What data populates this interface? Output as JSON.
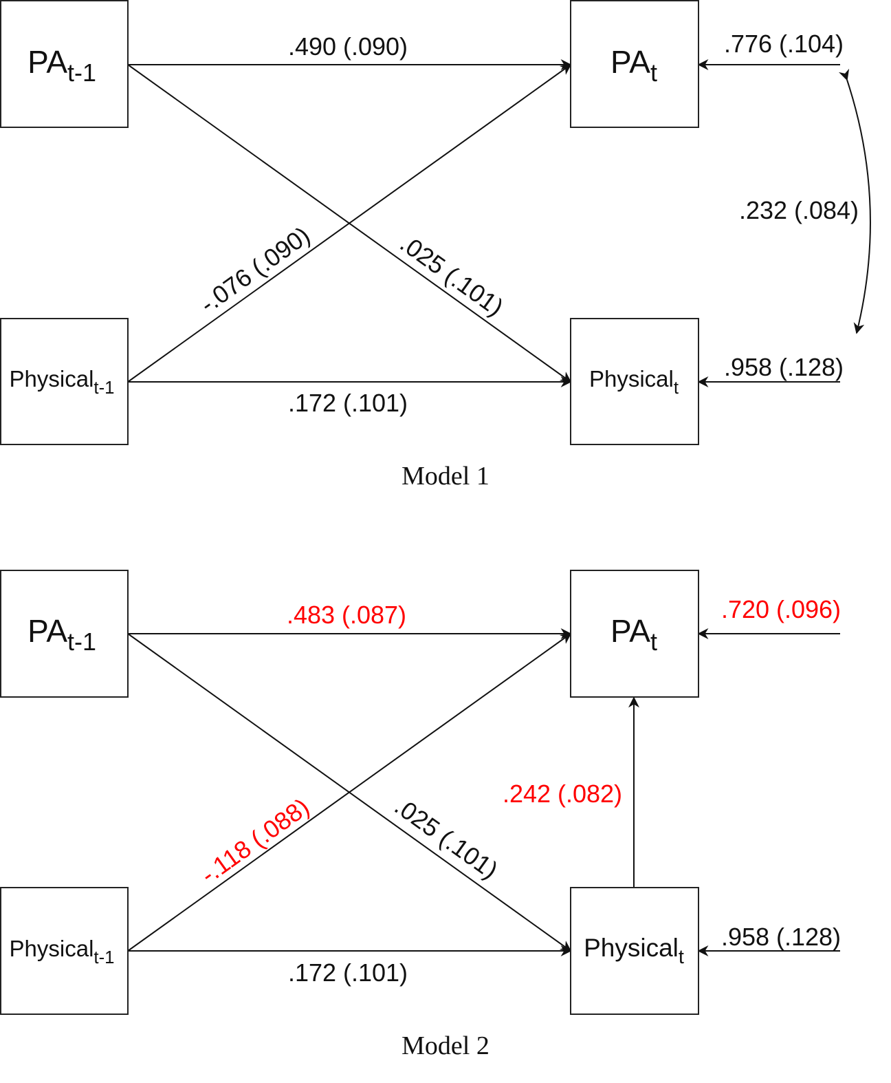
{
  "colors": {
    "default": "#111111",
    "highlight": "#ff0000"
  },
  "nodes": {
    "pa_prev": {
      "base": "PA",
      "sub": "t-1"
    },
    "pa_t": {
      "base": "PA",
      "sub": "t"
    },
    "phys_prev": {
      "base": "Physical",
      "sub": "t-1"
    },
    "phys_t": {
      "base": "Physical",
      "sub": "t"
    }
  },
  "model1": {
    "caption": "Model 1",
    "paths": {
      "pa_to_pa": ".490 (.090)",
      "phys_to_pa": "-.076 (.090)",
      "pa_to_phys": ".025 (.101)",
      "phys_to_phys": ".172 (.101)",
      "resid_pa": ".776 (.104)",
      "resid_phys": ".958 (.128)",
      "covariance": ".232 (.084)"
    }
  },
  "model2": {
    "caption": "Model 2",
    "paths": {
      "pa_to_pa": ".483 (.087)",
      "phys_to_pa": "-.118 (.088)",
      "pa_to_phys": ".025 (.101)",
      "phys_to_phys": ".172 (.101)",
      "resid_pa": ".720 (.096)",
      "resid_phys": ".958 (.128)",
      "phys_t_to_pa_t": ".242 (.082)"
    },
    "highlighted": [
      "pa_to_pa",
      "phys_to_pa",
      "resid_pa",
      "phys_t_to_pa_t"
    ]
  }
}
